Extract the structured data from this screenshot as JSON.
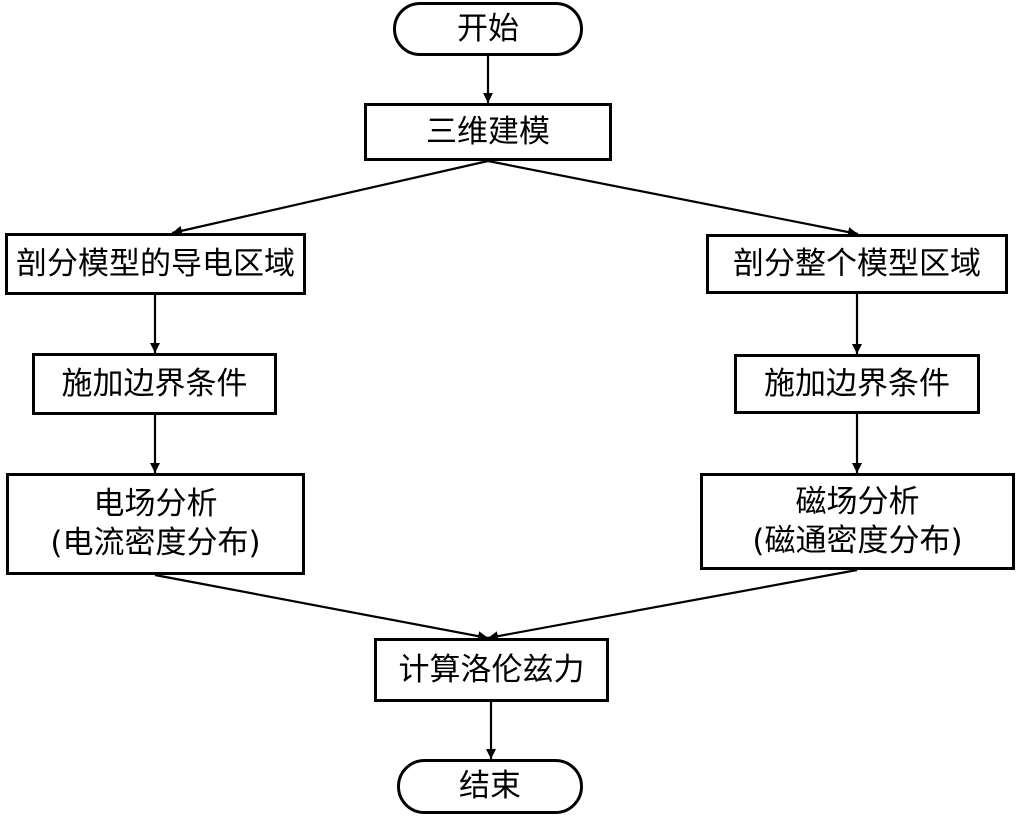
{
  "nodes": {
    "start": "开始",
    "model": "三维建模",
    "mesh_conductor": "剖分模型的导电区域",
    "mesh_all": "剖分整个模型区域",
    "bc_left": "施加边界条件",
    "bc_right": "施加边界条件",
    "electric": {
      "line1": "电场分析",
      "line2": "(电流密度分布)"
    },
    "magnetic": {
      "line1": "磁场分析",
      "line2": "(磁通密度分布)"
    },
    "lorentz": "计算洛伦兹力",
    "end": "结束"
  },
  "edges": [
    {
      "from": "start",
      "to": "model"
    },
    {
      "from": "model",
      "to": "mesh_conductor"
    },
    {
      "from": "model",
      "to": "mesh_all"
    },
    {
      "from": "mesh_conductor",
      "to": "bc_left"
    },
    {
      "from": "mesh_all",
      "to": "bc_right"
    },
    {
      "from": "bc_left",
      "to": "electric"
    },
    {
      "from": "bc_right",
      "to": "magnetic"
    },
    {
      "from": "electric",
      "to": "lorentz"
    },
    {
      "from": "magnetic",
      "to": "lorentz"
    },
    {
      "from": "lorentz",
      "to": "end"
    }
  ]
}
